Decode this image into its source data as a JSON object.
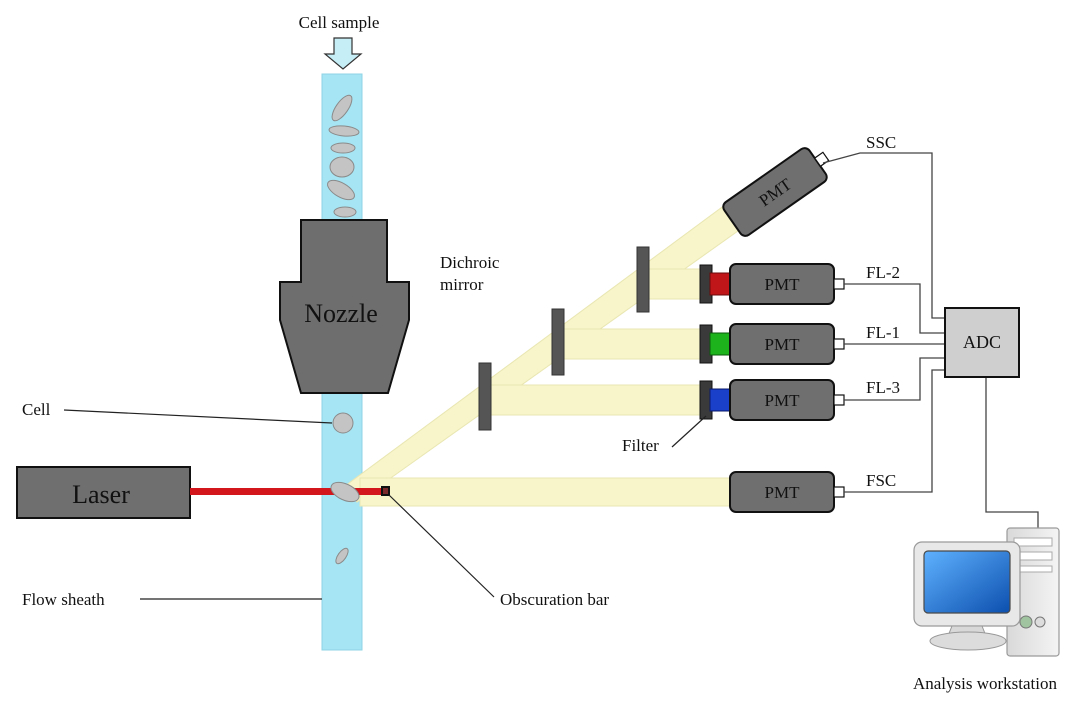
{
  "labels": {
    "cell_sample": "Cell sample",
    "nozzle": "Nozzle",
    "cell": "Cell",
    "laser": "Laser",
    "flow_sheath": "Flow sheath",
    "obscuration_bar": "Obscuration bar",
    "dichroic_line1": "Dichroic",
    "dichroic_line2": "mirror",
    "filter": "Filter",
    "adc": "ADC",
    "analysis_workstation": "Analysis workstation"
  },
  "detectors": [
    {
      "id": "ssc",
      "pmt_label": "PMT",
      "channel": "SSC"
    },
    {
      "id": "fl2",
      "pmt_label": "PMT",
      "channel": "FL-2",
      "filter_color": "#c0161a"
    },
    {
      "id": "fl1",
      "pmt_label": "PMT",
      "channel": "FL-1",
      "filter_color": "#1db31d"
    },
    {
      "id": "fl3",
      "pmt_label": "PMT",
      "channel": "FL-3",
      "filter_color": "#1a3fc8"
    },
    {
      "id": "fsc",
      "pmt_label": "PMT",
      "channel": "FSC"
    }
  ],
  "colors": {
    "flow_stream": "#a6e6f4",
    "laser_beam": "#d2161b",
    "light_beam": "#f7f5c9",
    "pmt_body": "#6f6f6f",
    "nozzle": "#6e6e6e",
    "monitor_screen": "#1b6fd0"
  }
}
